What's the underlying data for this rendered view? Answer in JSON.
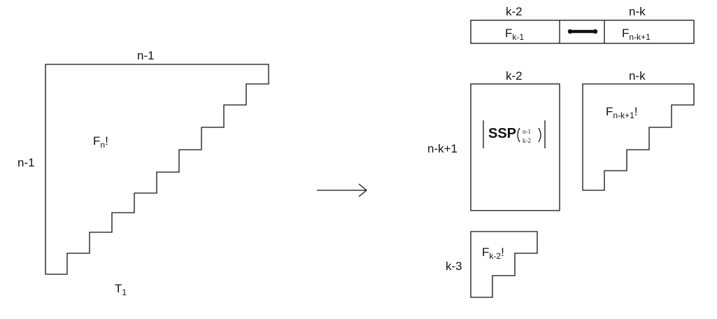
{
  "left_staircase": {
    "top_label": "n-1",
    "side_label": "n-1",
    "center_main": "F",
    "center_sub": "n",
    "center_suffix": "!",
    "bottom_main": "T",
    "bottom_sub": "1"
  },
  "top_bar": {
    "label_left": "k-2",
    "label_right": "n-k",
    "cell_left_main": "F",
    "cell_left_sub": "k-1",
    "cell_right_main": "F",
    "cell_right_sub": "n-k+1"
  },
  "ssp_block": {
    "top_label": "k-2",
    "side_label": "n-k+1",
    "main": "SSP",
    "binom_top": "n-1",
    "binom_bottom": "k-2"
  },
  "right_staircase": {
    "top_label": "n-k",
    "main": "F",
    "sub": "n-k+1",
    "suffix": "!"
  },
  "small_staircase": {
    "side_label": "k-3",
    "main": "F",
    "sub": "k-2",
    "suffix": "!"
  }
}
